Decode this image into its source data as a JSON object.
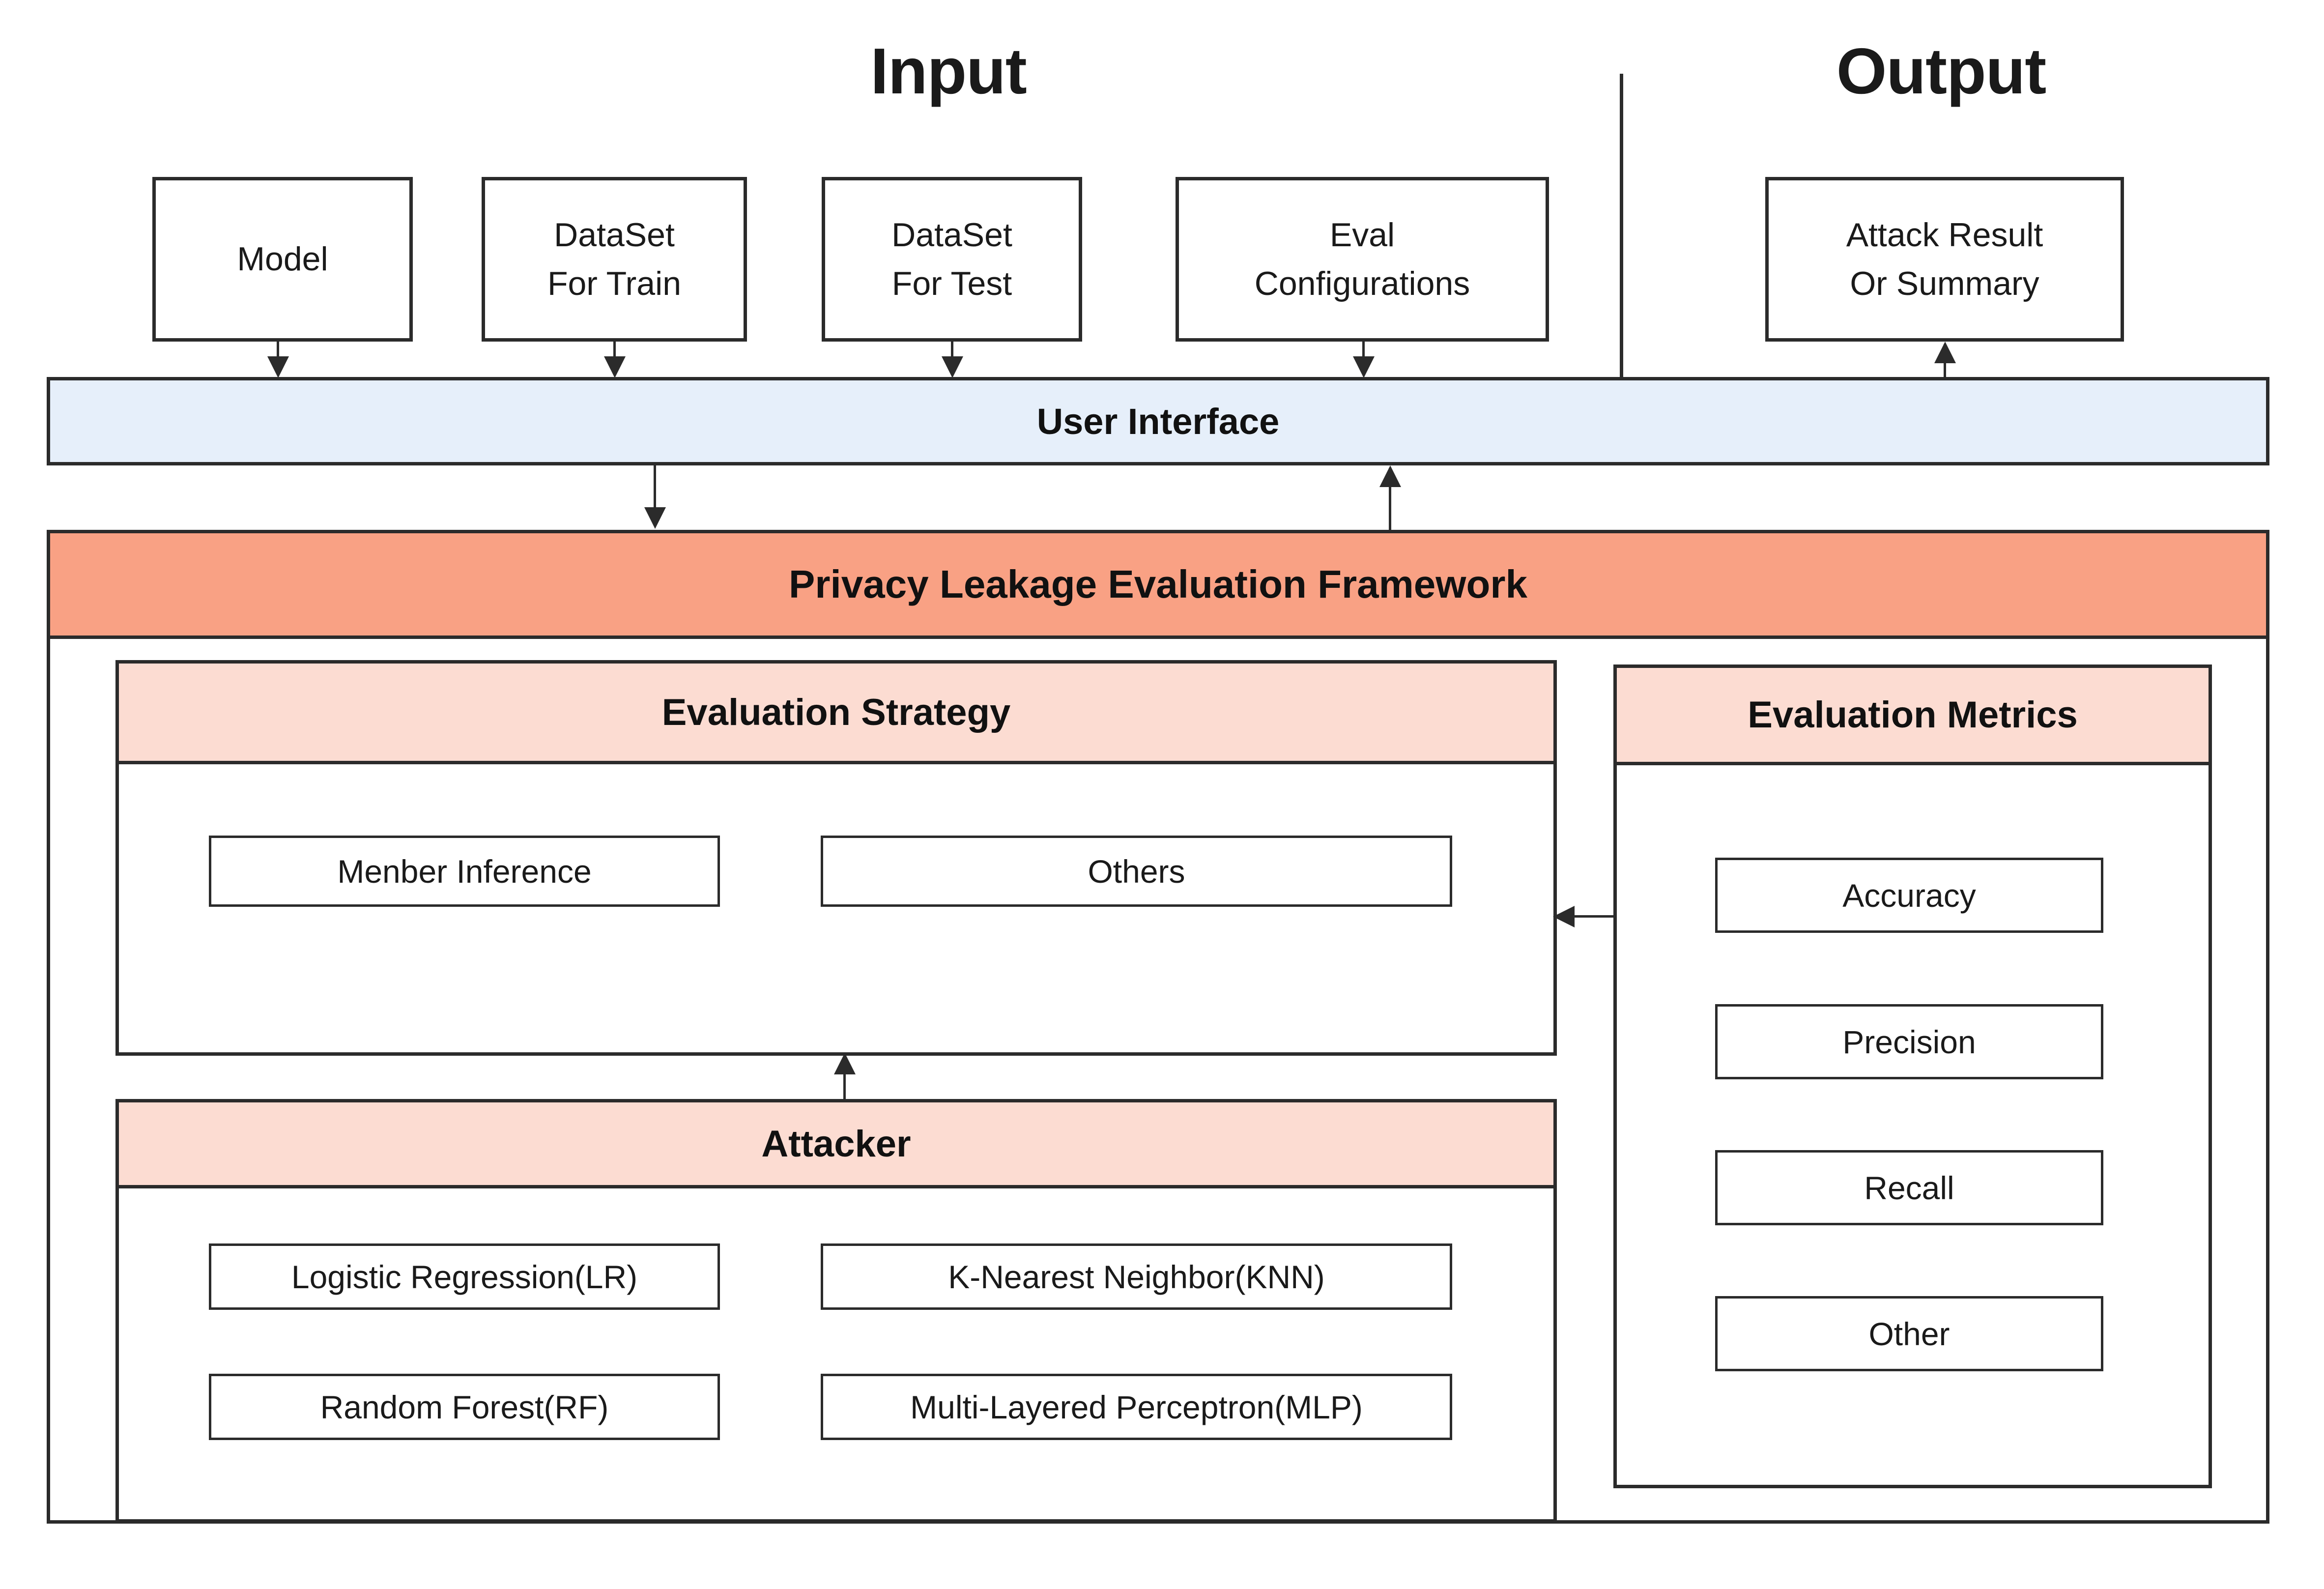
{
  "diagram": {
    "sections": {
      "input_title": "Input",
      "output_title": "Output"
    },
    "input_boxes": [
      {
        "label": "Model"
      },
      {
        "label": "DataSet\nFor Train"
      },
      {
        "label": "DataSet\nFor Test"
      },
      {
        "label": "Eval\nConfigurations"
      }
    ],
    "output_boxes": [
      {
        "label": "Attack Result\nOr Summary"
      }
    ],
    "user_interface": {
      "label": "User Interface"
    },
    "framework": {
      "title": "Privacy Leakage Evaluation Framework",
      "evaluation_strategy": {
        "title": "Evaluation Strategy",
        "items": [
          {
            "label": "Menber Inference"
          },
          {
            "label": "Others"
          }
        ]
      },
      "attacker": {
        "title": "Attacker",
        "items": [
          {
            "label": "Logistic Regression(LR)"
          },
          {
            "label": "K-Nearest Neighbor(KNN)"
          },
          {
            "label": "Random Forest(RF)"
          },
          {
            "label": "Multi-Layered Perceptron(MLP)"
          }
        ]
      },
      "evaluation_metrics": {
        "title": "Evaluation Metrics",
        "items": [
          {
            "label": "Accuracy"
          },
          {
            "label": "Precision"
          },
          {
            "label": "Recall"
          },
          {
            "label": "Other"
          }
        ]
      }
    },
    "colors": {
      "user_interface_fill": "#e6effa",
      "framework_header_fill": "#f9a184",
      "panel_header_fill": "#fcdcd2",
      "stroke": "#2b2b2b",
      "page_background": "#ffffff"
    }
  }
}
